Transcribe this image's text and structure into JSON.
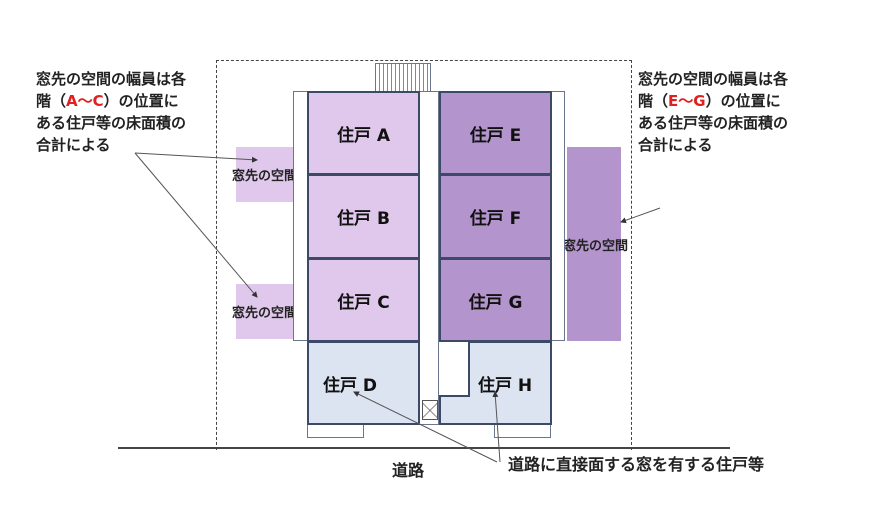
{
  "notes": {
    "left": {
      "line1": "窓先の空間の幅員は各",
      "line2_pre": "階（",
      "line2_red": "A～C",
      "line2_post": "）の位置に",
      "line3": "ある住戸等の床面積の",
      "line4": "合計による"
    },
    "right": {
      "line1": "窓先の空間の幅員は各",
      "line2_pre": "階（",
      "line2_red": "E～G",
      "line2_post": "）の位置に",
      "line3": "ある住戸等の床面積の",
      "line4": "合計による"
    }
  },
  "units": [
    "住戸 A",
    "住戸 B",
    "住戸 C",
    "住戸 D",
    "住戸 E",
    "住戸 F",
    "住戸 G",
    "住戸 H"
  ],
  "window_space_label": "窓先の空間",
  "road_label": "道路",
  "road_facing_label": "道路に直接面する窓を有する住戸等",
  "colors": {
    "light_purple": "#dfc8eb",
    "dark_purple": "#b394cc",
    "light_blue": "#dce4f2",
    "highlight": "#e02020"
  }
}
